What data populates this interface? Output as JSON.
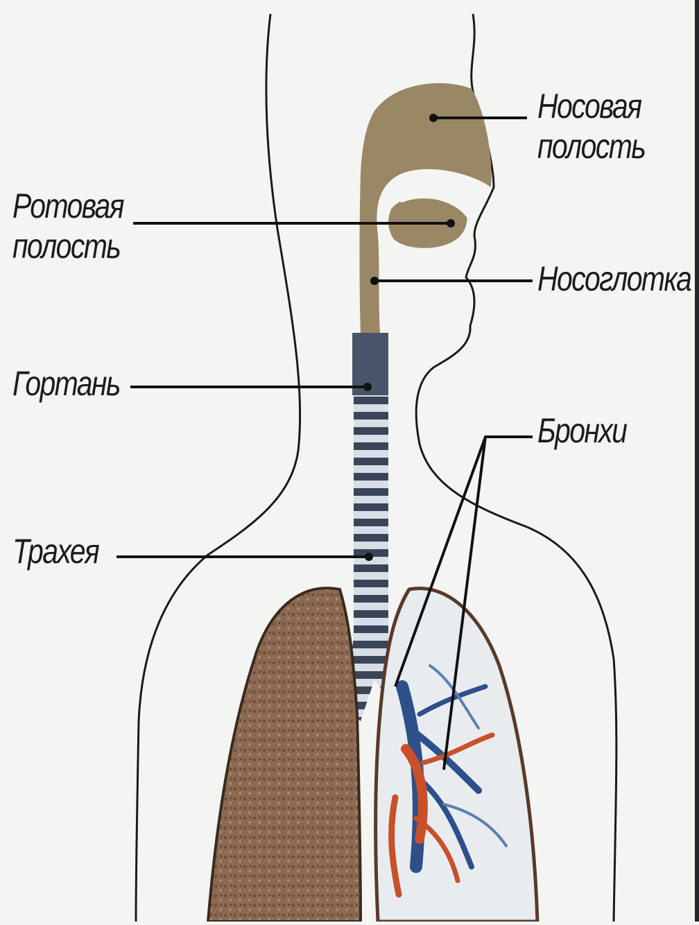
{
  "diagram": {
    "labels": {
      "nasal_cavity": [
        "Носовая",
        "полость"
      ],
      "oral_cavity": [
        "Ротовая",
        "полость"
      ],
      "nasopharynx": "Носоглотка",
      "larynx": "Гортань",
      "bronchi": "Бронхи",
      "trachea": "Трахея"
    },
    "colors": {
      "background": "#f4f5f3",
      "cavity": "#9a8766",
      "trachea_dark": "#3a4558",
      "trachea_light": "#d7dee8",
      "lung_tissue": "#8c6a52",
      "lung_light": "#e8ecef",
      "vessel_red": "#c8502a",
      "vessel_blue": "#2d4f8a",
      "outline": "#1a1a1a"
    }
  }
}
